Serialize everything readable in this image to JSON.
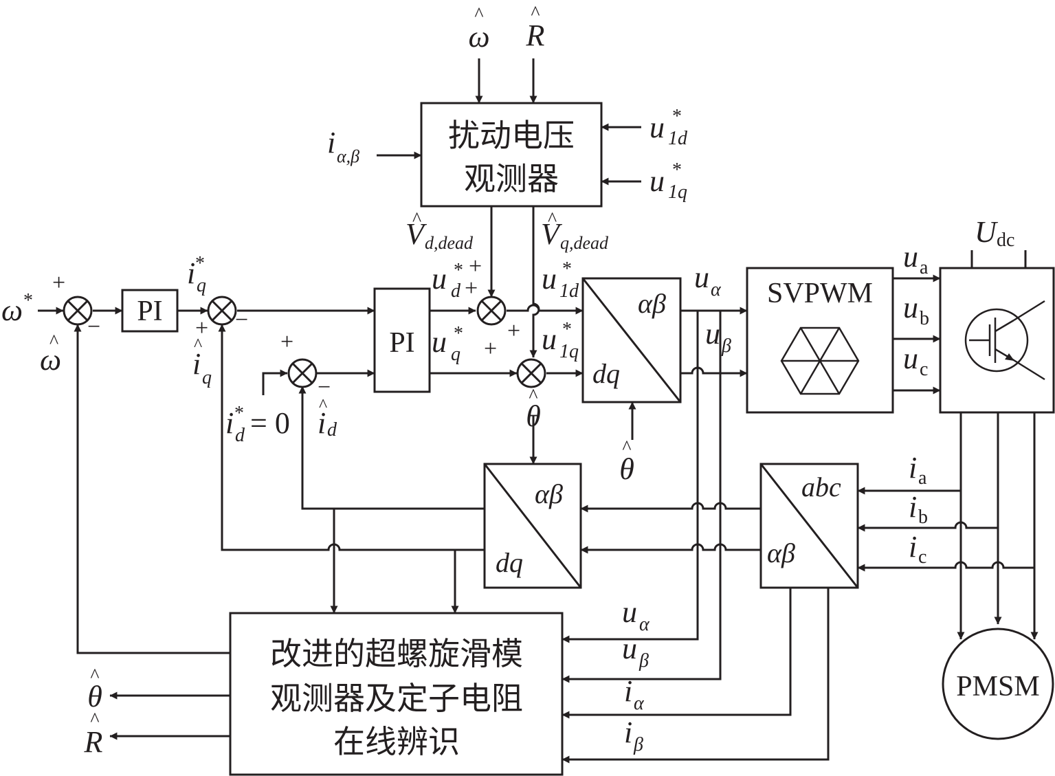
{
  "blocks": {
    "observer_l1": "扰动电压",
    "observer_l2": "观测器",
    "pi": "PI",
    "svpwm": "SVPWM",
    "ab": "αβ",
    "dq": "dq",
    "abc": "abc",
    "smo_l1": "改进的超螺旋滑模",
    "smo_l2": "观测器及定子电阻",
    "smo_l3": "在线辨识",
    "pmsm": "PMSM"
  },
  "sym": {
    "hat": "^",
    "omega": "ω",
    "star": "*",
    "R": "R",
    "theta": "θ",
    "i": "i",
    "u": "u",
    "V": "V",
    "U": "U",
    "plus": "+",
    "minus": "−",
    "zero": "= 0",
    "sub_ab": "α,β",
    "sub_1d": "1d",
    "sub_1q": "1q",
    "sub_d": "d",
    "sub_q": "q",
    "sub_ddead": "d,dead",
    "sub_qdead": "q,dead",
    "sub_alpha": "α",
    "sub_beta": "β",
    "sub_a": "a",
    "sub_b": "b",
    "sub_c": "c",
    "sub_dc": "dc"
  }
}
